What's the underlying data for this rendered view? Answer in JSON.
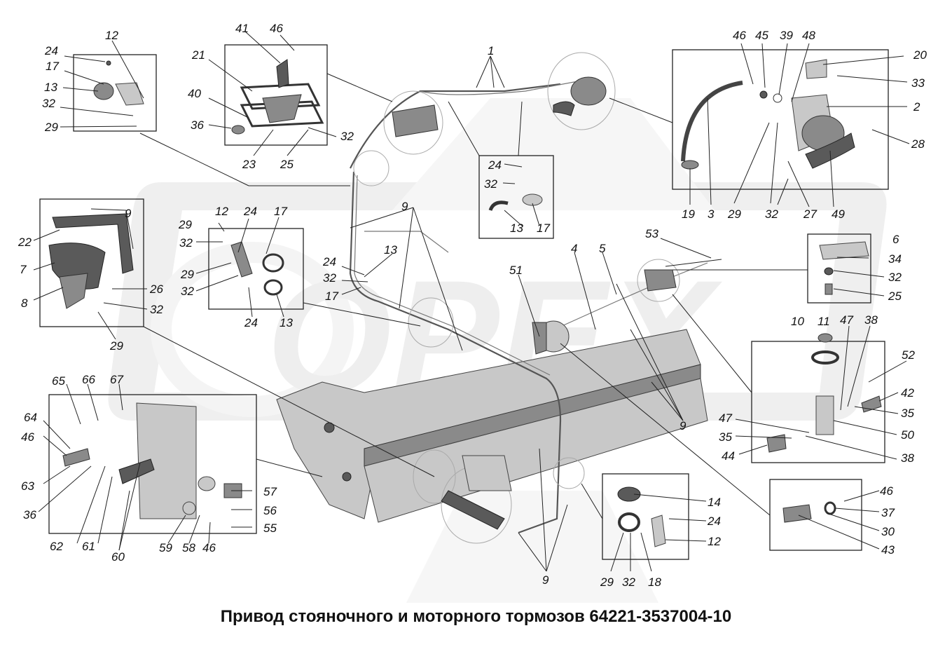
{
  "title": "Привод стояночного и моторного тормозов 64221-3537004-10",
  "watermark": "ОРЕХ",
  "callouts": {
    "c1": "1",
    "c2": "2",
    "c3": "3",
    "c4": "4",
    "c5": "5",
    "c6": "6",
    "c7": "7",
    "c8": "8",
    "c9a": "9",
    "c9b": "9",
    "c9c": "9",
    "c9d": "9",
    "c10": "10",
    "c11": "11",
    "c12a": "12",
    "c12b": "12",
    "c12c": "12",
    "c13a": "13",
    "c13b": "13",
    "c13c": "13",
    "c13d": "13",
    "c14": "14",
    "c17a": "17",
    "c17b": "17",
    "c17c": "17",
    "c17d": "17",
    "c18": "18",
    "c19": "19",
    "c20": "20",
    "c21": "21",
    "c22": "22",
    "c23": "23",
    "c24a": "24",
    "c24b": "24",
    "c24c": "24",
    "c24d": "24",
    "c24e": "24",
    "c24f": "24",
    "c25a": "25",
    "c25b": "25",
    "c26": "26",
    "c27": "27",
    "c28": "28",
    "c29a": "29",
    "c29b": "29",
    "c29c": "29",
    "c29d": "29",
    "c29e": "29",
    "c29f": "29",
    "c30": "30",
    "c32a": "32",
    "c32b": "32",
    "c32c": "32",
    "c32d": "32",
    "c32e": "32",
    "c32f": "32",
    "c32g": "32",
    "c32h": "32",
    "c32i": "32",
    "c32j": "32",
    "c33": "33",
    "c34": "34",
    "c35a": "35",
    "c35b": "35",
    "c36a": "36",
    "c36b": "36",
    "c37": "37",
    "c38a": "38",
    "c38b": "38",
    "c39": "39",
    "c40": "40",
    "c41": "41",
    "c42": "42",
    "c43": "43",
    "c44": "44",
    "c45": "45",
    "c46a": "46",
    "c46b": "46",
    "c46c": "46",
    "c46d": "46",
    "c46e": "46",
    "c47a": "47",
    "c47b": "47",
    "c48": "48",
    "c49": "49",
    "c50": "50",
    "c51": "51",
    "c52": "52",
    "c53": "53",
    "c55": "55",
    "c56": "56",
    "c57": "57",
    "c58": "58",
    "c59": "59",
    "c60": "60",
    "c61": "61",
    "c62": "62",
    "c63": "63",
    "c64": "64",
    "c65": "65",
    "c66": "66",
    "c67": "67"
  }
}
